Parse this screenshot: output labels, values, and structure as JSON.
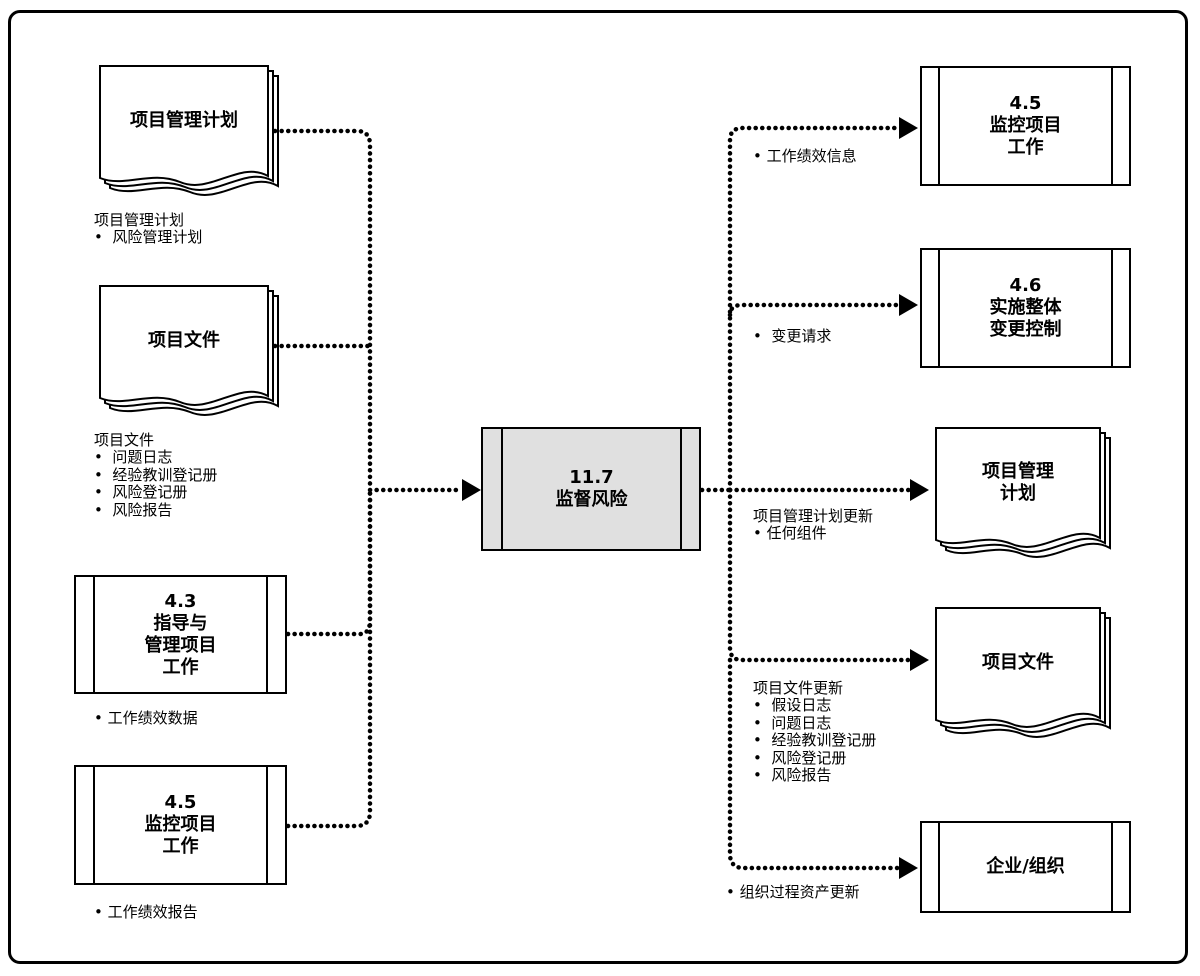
{
  "inputs": {
    "pm_plan": {
      "title": "项目管理计划",
      "label": "项目管理计划\n•  风险管理计划"
    },
    "project_docs": {
      "title": "项目文件",
      "label": "项目文件\n•  问题日志\n•  经验教训登记册\n•  风险登记册\n•  风险报告"
    },
    "process_4_3": {
      "title": "4.3\n指导与\n管理项目\n工作",
      "label": "• 工作绩效数据"
    },
    "process_4_5": {
      "title": "4.5\n监控项目\n工作",
      "label": "• 工作绩效报告"
    }
  },
  "center": {
    "title": "11.7\n监督风险"
  },
  "outputs": {
    "process_4_5": {
      "title": "4.5\n监控项目\n工作",
      "label": "• 工作绩效信息"
    },
    "process_4_6": {
      "title": "4.6\n实施整体\n变更控制",
      "label": "•  变更请求"
    },
    "pm_plan": {
      "title": "项目管理\n计划",
      "label": "项目管理计划更新\n• 任何组件"
    },
    "project_docs": {
      "title": "项目文件",
      "label": "项目文件更新\n•  假设日志\n•  问题日志\n•  经验教训登记册\n•  风险登记册\n•  风险报告"
    },
    "enterprise": {
      "title": "企业/组织",
      "label": "• 组织过程资产更新"
    }
  },
  "colors": {
    "process_fill": "#e0e0e0",
    "line": "#000000"
  }
}
